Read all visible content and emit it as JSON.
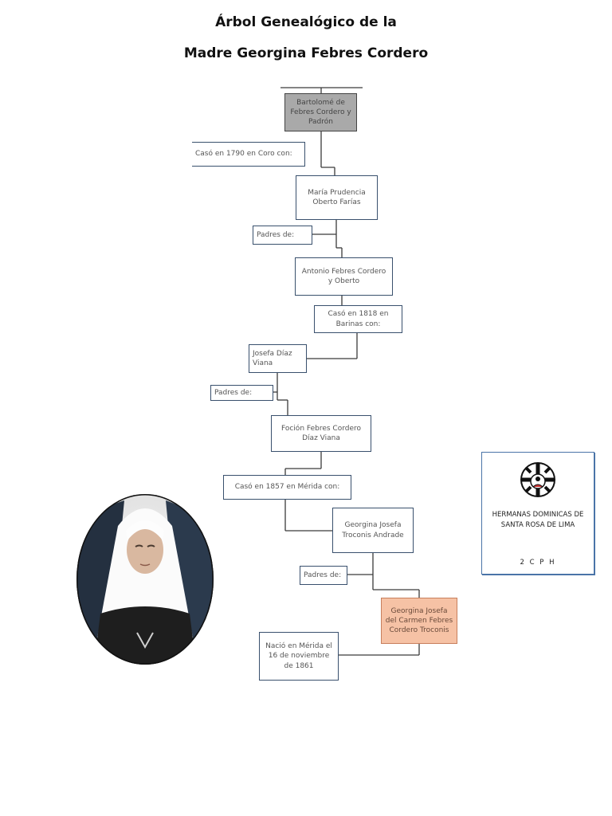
{
  "title": {
    "line1": "Árbol Genealógico de la",
    "line2": "Madre Georgina Febres Cordero"
  },
  "tree": {
    "bartolome": "Bartolomé de Febres Cordero y Padrón",
    "caso1790": "Casó en 1790 en Coro  con:",
    "maria": "María Prudencia Oberto Farías",
    "padres1": "Padres de:",
    "antonio": "Antonio Febres Cordero y Oberto",
    "caso1818": "Casó en 1818 en Barinas con:",
    "josefa": "Josefa Díaz Viana",
    "padres2": "Padres de:",
    "focion": "Foción Febres Cordero Díaz Viana",
    "caso1857": "Casó  en 1857 en Mérida con:",
    "georgina_troconis": "Georgina Josefa Troconis Andrade",
    "padres3": "Padres de:",
    "georgina_carmen": "Georgina Josefa del Carmen Febres Cordero Troconis",
    "nacio": "Nació en Mérida el 16 de noviembre de 1861"
  },
  "badge": {
    "org": "HERMANAS DOMINICAS DE SANTA ROSA DE LIMA",
    "code": "2 C P H"
  },
  "colors": {
    "node_border": "#39506d",
    "highlight_gray": "#a9a9a9",
    "highlight_peach": "#f6c2a5",
    "badge_border": "#4a74a8"
  }
}
